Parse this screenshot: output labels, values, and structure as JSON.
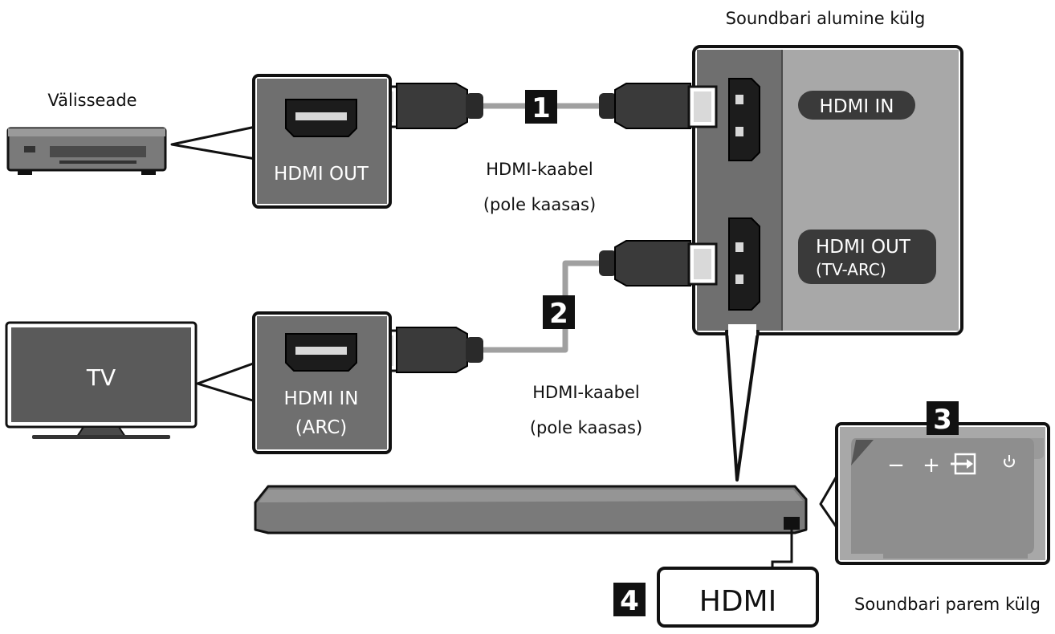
{
  "labels": {
    "external_device": "Välisseade",
    "soundbar_bottom": "Soundbari alumine külg",
    "soundbar_right": "Soundbari parem külg",
    "cable1_line1": "HDMI-kaabel",
    "cable1_line2": "(pole kaasas)",
    "cable2_line1": "HDMI-kaabel",
    "cable2_line2": "(pole kaasas)",
    "tv": "TV"
  },
  "ports": {
    "device_out": "HDMI OUT",
    "tv_in_line1": "HDMI IN",
    "tv_in_line2": "(ARC)",
    "soundbar_in": "HDMI IN",
    "soundbar_out_line1": "HDMI OUT",
    "soundbar_out_line2": "(TV-ARC)",
    "soundbar_hdmi": "HDMI"
  },
  "steps": [
    "1",
    "2",
    "3",
    "4"
  ],
  "buttons": {
    "minus": "−",
    "plus": "+"
  },
  "colors": {
    "panel_gray": "#6f6f6f",
    "panel_light": "#a8a8a8",
    "cable_gray": "#a0a0a0",
    "connector_dark": "#2a2a2a",
    "badge_black": "#111111"
  }
}
